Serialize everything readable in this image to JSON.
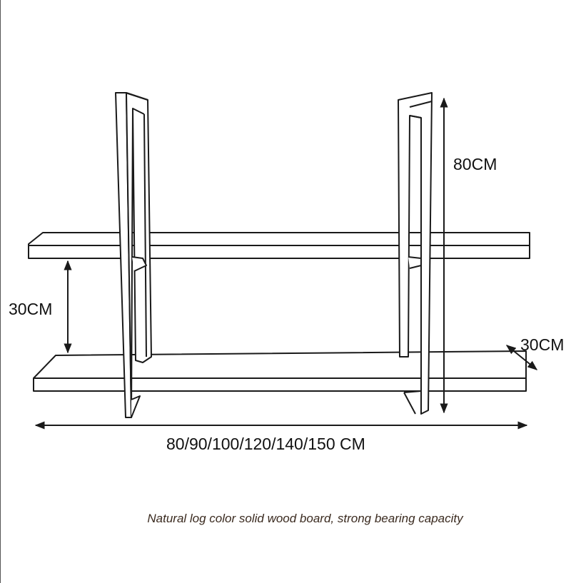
{
  "dimensions": {
    "height_label": "80CM",
    "shelf_gap_label": "30CM",
    "depth_label": "30CM",
    "width_label": "80/90/100/120/140/150 CM"
  },
  "caption": "Natural log color solid wood board, strong bearing capacity",
  "colors": {
    "line": "#1a1a1a",
    "board_fill": "#ffffff",
    "caption_text": "#3a2a1f"
  }
}
